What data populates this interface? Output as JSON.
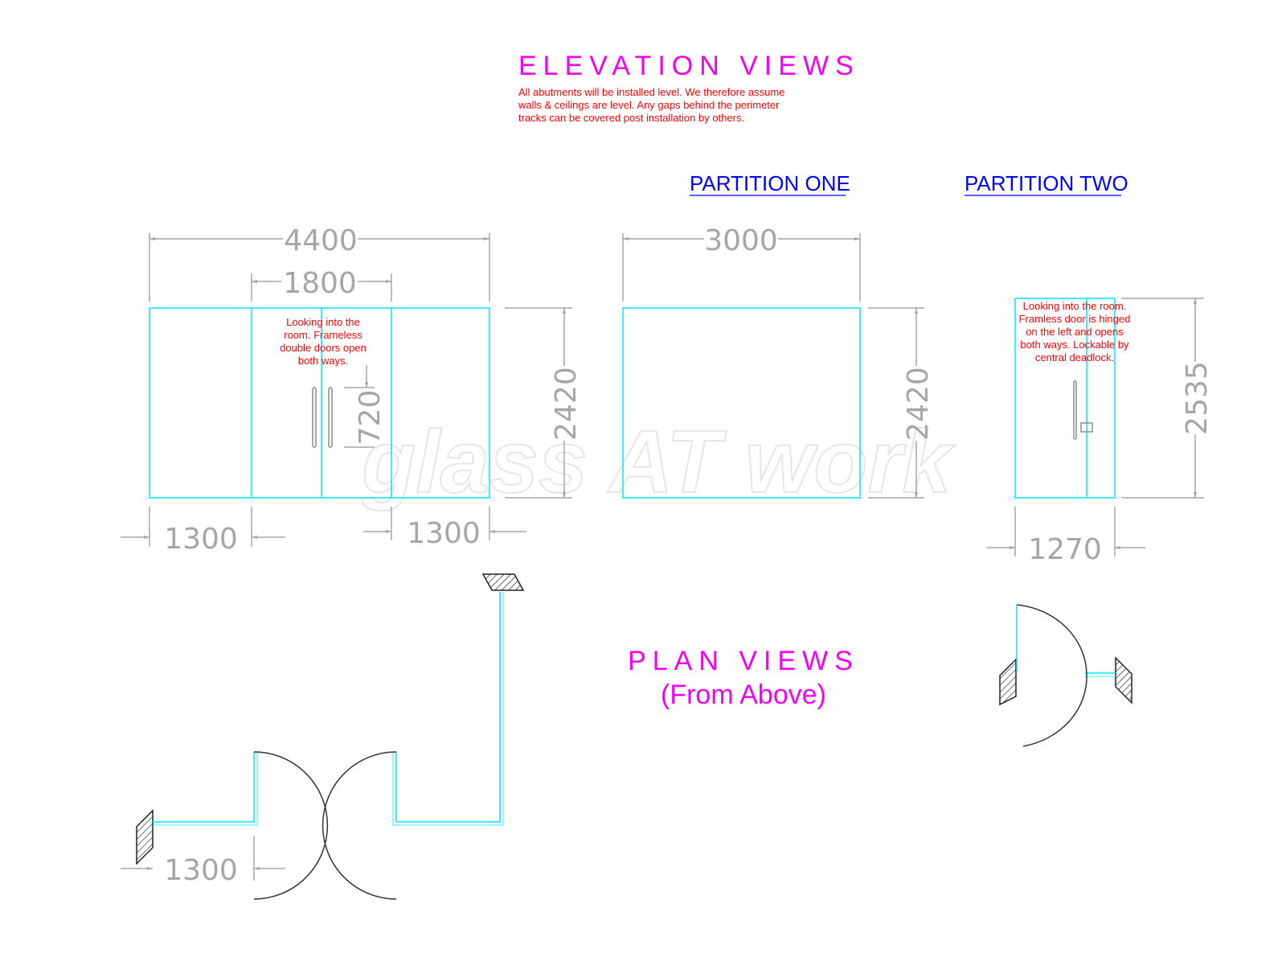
{
  "headings": {
    "elevation_title": "ELEVATION VIEWS",
    "elevation_note": [
      "All abutments will be installed level. We therefore assume",
      "walls & ceilings are level. Any gaps behind the perimeter",
      "tracks can be covered post installation by others."
    ],
    "plan_title": "PLAN VIEWS",
    "plan_subtitle": "(From Above)"
  },
  "partition_labels": {
    "one": "PARTITION ONE",
    "two": "PARTITION TWO"
  },
  "notes": {
    "double_doors": [
      "Looking into the",
      "room. Frameless",
      "double doors open",
      "both ways."
    ],
    "single_door": [
      "Looking into the room.",
      "Framless door is hinged",
      "on the left and opens",
      "both ways. Lockable by",
      "central deadlock."
    ]
  },
  "dimensions": {
    "overall_width": "4400",
    "door_pair_width": "1800",
    "overall_height": "2420",
    "handle_length": "720",
    "left_panel": "1300",
    "right_panel": "1300",
    "partition_one_width": "3000",
    "partition_one_height": "2420",
    "partition_two_height": "2535",
    "partition_two_width": "1270",
    "plan_left_panel": "1300"
  },
  "watermark": "glass AT work",
  "colors": {
    "heading": "#f200f2",
    "note": "#ff0000",
    "partition_label": "#0000ff",
    "glass_line": "#00e5ff",
    "dimension": "#a6a6a6"
  }
}
